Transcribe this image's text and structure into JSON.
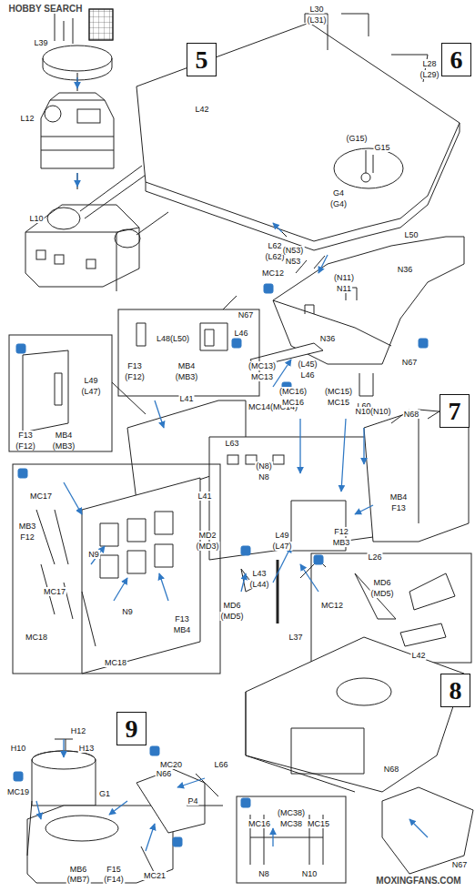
{
  "diagram": {
    "nodes": [
      {
        "text": [
          "5"
        ]
      },
      {
        "text": [
          "6"
        ]
      },
      {
        "text": [
          "7"
        ]
      },
      {
        "text": [
          "8"
        ]
      },
      {
        "text": [
          "9"
        ]
      }
    ],
    "labels": [
      "HOBBY SEARCH",
      "L39",
      "L12",
      "L10",
      "L30",
      "(L31)",
      "L28",
      "(L29)",
      "(G15)",
      "G15",
      "G4",
      "(G4)",
      "L42",
      "L62",
      "(L62)",
      "MC12",
      "L50",
      "N36",
      "(N53)",
      "N53",
      "(N11)",
      "N11",
      "N67",
      "L46",
      "L48(L50)",
      "F13",
      "(F12)",
      "MB4",
      "(MB3)",
      "N36",
      "(MC13)",
      "MC13",
      "(L45)",
      "L46",
      "N67",
      "L60",
      "MC14(MC14)",
      "L49",
      "(L47)",
      "F13",
      "(F12)",
      "MB4",
      "(MB3)",
      "L41",
      "(MC16)",
      "MC16",
      "(MC15)",
      "MC15",
      "N10(N10)",
      "N68",
      "L63",
      "(N8)",
      "N8",
      "MB4",
      "F13",
      "MD2",
      "(MD3)",
      "L49",
      "(L47)",
      "F12",
      "MB3",
      "L26",
      "L43",
      "(L44)",
      "MD6",
      "(MD5)",
      "L37",
      "MC12",
      "MD6",
      "(MD5)",
      "MC17",
      "MB3",
      "F12",
      "L41",
      "N9",
      "MC17",
      "N9",
      "MC18",
      "F13",
      "MB4",
      "MC18",
      "L42",
      "N68",
      "N67",
      "MC16",
      "(MC38)",
      "MC38",
      "MC15",
      "N8",
      "N10",
      "H12",
      "H10",
      "H13",
      "MC20",
      "MC19",
      "G1",
      "N66",
      "P4",
      "L66",
      "MB6",
      "(MB7)",
      "F15",
      "(F14)",
      "MC21",
      "MOXINGFANS.COM"
    ]
  }
}
